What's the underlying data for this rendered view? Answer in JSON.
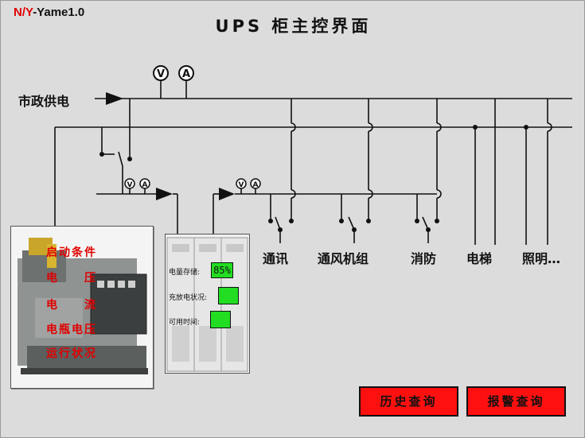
{
  "brand": {
    "prefix": "N/Y",
    "suffix": "-Yame1.0"
  },
  "page": {
    "title": "UPS 柜主控界面"
  },
  "mains": {
    "label": "市政供电"
  },
  "meters": {
    "voltage": "V",
    "current": "A"
  },
  "generator": {
    "rows": [
      "启动条件",
      "电　　压",
      "电　　流",
      "电瓶电压",
      "运行状况"
    ]
  },
  "ups": {
    "rows": [
      {
        "label": "电量存储:",
        "value": "85%"
      },
      {
        "label": "充放电状况:",
        "value": ""
      },
      {
        "label": "可用时间:",
        "value": ""
      }
    ],
    "indicator_color": "#22dd22"
  },
  "loads": [
    "通讯",
    "通风机组",
    "消防",
    "电梯",
    "照明…"
  ],
  "buttons": {
    "history": "历史查询",
    "alarm": "报警查询"
  },
  "colors": {
    "accent_red": "#ff1010",
    "text_red": "#e00000",
    "indicator_green": "#22dd22"
  }
}
